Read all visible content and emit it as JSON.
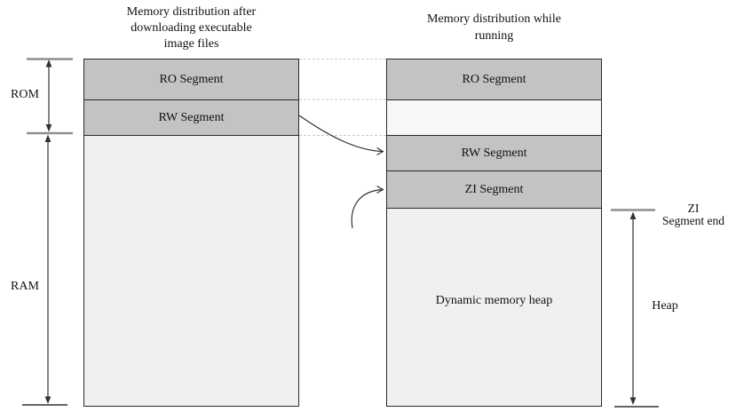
{
  "titles": {
    "left_lines": [
      "Memory distribution after",
      "downloading executable",
      "image files"
    ],
    "right_lines": [
      "Memory distribution while",
      "running"
    ]
  },
  "left_column": {
    "segments": {
      "ro": "RO Segment",
      "rw": "RW Segment"
    }
  },
  "right_column": {
    "segments": {
      "ro": "RO Segment",
      "rw": "RW Segment",
      "zi": "ZI Segment",
      "heap": "Dynamic memory heap"
    }
  },
  "side_labels": {
    "rom": "ROM",
    "ram": "RAM",
    "zi_end_lines": [
      "ZI",
      "Segment end"
    ],
    "heap": "Heap"
  },
  "icons": {
    "rom_range": "vertical-double-arrow",
    "ram_range": "vertical-double-arrow",
    "heap_range": "vertical-double-arrow",
    "rw_relocation": "curved-right-arrow",
    "zi_relocation": "curved-right-arrow"
  },
  "colors": {
    "segment_fill": "#c3c3c3",
    "light_fill": "#f0f0f0",
    "gap_fill": "#f7f7f7",
    "border": "#2a2a2a",
    "tick_gray": "#8f8f8f",
    "dashed_line": "#c9c9c9",
    "line": "#333333",
    "text": "#111111",
    "background": "#ffffff"
  }
}
